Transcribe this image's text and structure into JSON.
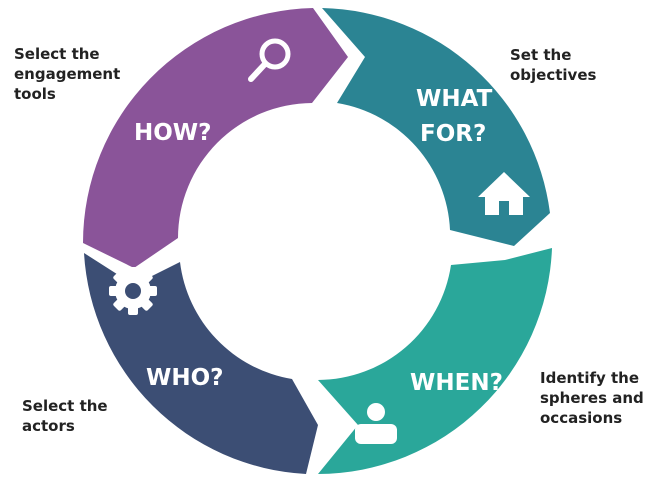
{
  "diagram": {
    "segments": [
      {
        "key": "how",
        "label": "HOW?",
        "note": "Select the\nengagement\ntools",
        "color": "#8a5499",
        "icon": "search-icon"
      },
      {
        "key": "what",
        "label_lines": [
          "WHAT",
          "FOR?"
        ],
        "note": "Set the\nobjectives",
        "color": "#2b8493",
        "icon": "home-icon"
      },
      {
        "key": "when",
        "label": "WHEN?",
        "note": "Identify the\nspheres and\noccasions",
        "color": "#2aa79a",
        "icon": "user-icon"
      },
      {
        "key": "who",
        "label": "WHO?",
        "note": "Select the\nactors",
        "color": "#3c4e74",
        "icon": "gear-icon"
      }
    ]
  }
}
